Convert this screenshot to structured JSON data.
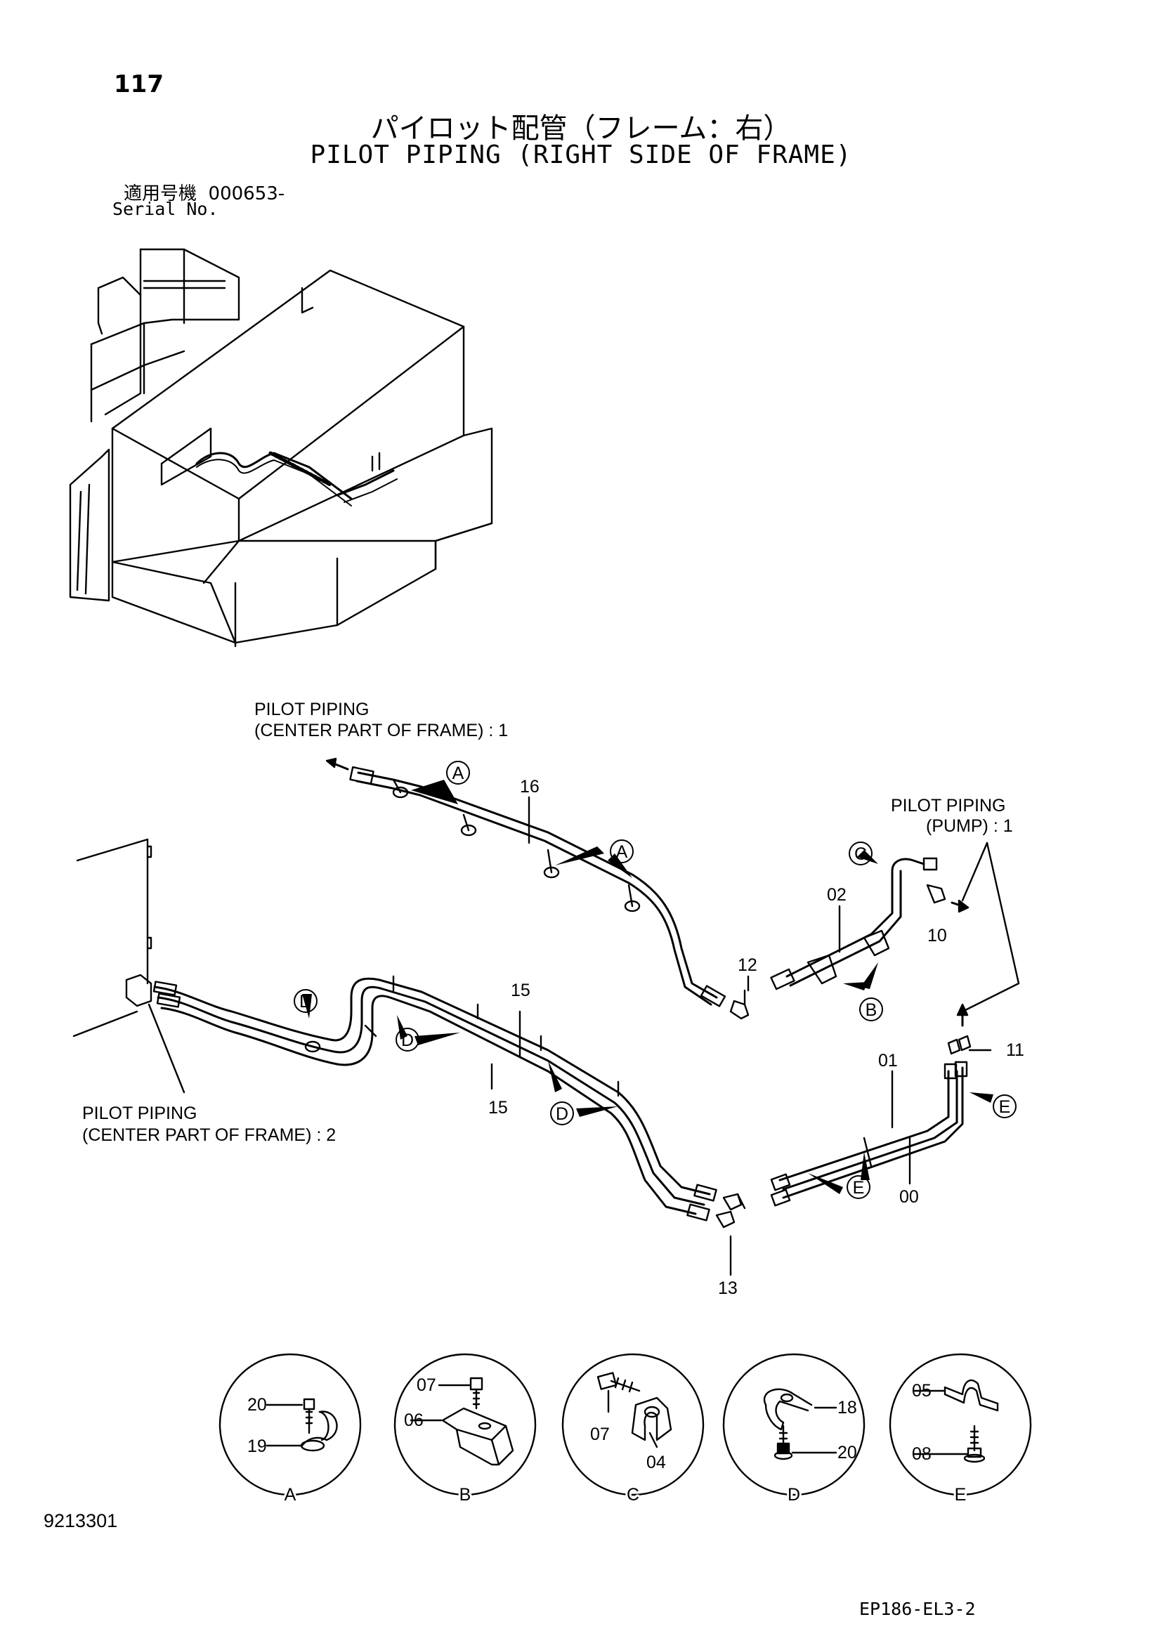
{
  "page_number": "117",
  "title_ja": "パイロット配管（フレーム：右）",
  "title_en": "PILOT PIPING (RIGHT SIDE OF FRAME)",
  "serial": {
    "ja": "適用号機",
    "value": "000653-",
    "en": "Serial No."
  },
  "references": {
    "center_1": [
      "PILOT PIPING",
      "(CENTER PART OF FRAME) : 1"
    ],
    "pump": [
      "PILOT PIPING",
      "(PUMP) : 1"
    ],
    "center_2": [
      "PILOT PIPING",
      "(CENTER PART OF FRAME) : 2"
    ]
  },
  "part_numbers": {
    "p16": "16",
    "p15a": "15",
    "p15b": "15",
    "p12": "12",
    "p13": "13",
    "p02": "02",
    "p10": "10",
    "p11": "11",
    "p01": "01",
    "p00": "00"
  },
  "callouts": {
    "a1": "A",
    "a2": "A",
    "b": "B",
    "c": "C",
    "d1": "D",
    "d2": "D",
    "d3": "D",
    "e1": "E",
    "e2": "E"
  },
  "details": [
    {
      "letter": "A",
      "parts": [
        "20",
        "19"
      ]
    },
    {
      "letter": "B",
      "parts": [
        "07",
        "06"
      ]
    },
    {
      "letter": "C",
      "parts": [
        "07",
        "04"
      ]
    },
    {
      "letter": "D",
      "parts": [
        "18",
        "20"
      ]
    },
    {
      "letter": "E",
      "parts": [
        "05",
        "08"
      ]
    }
  ],
  "doc_id": "9213301",
  "drawing_code": "EP186-EL3-2"
}
